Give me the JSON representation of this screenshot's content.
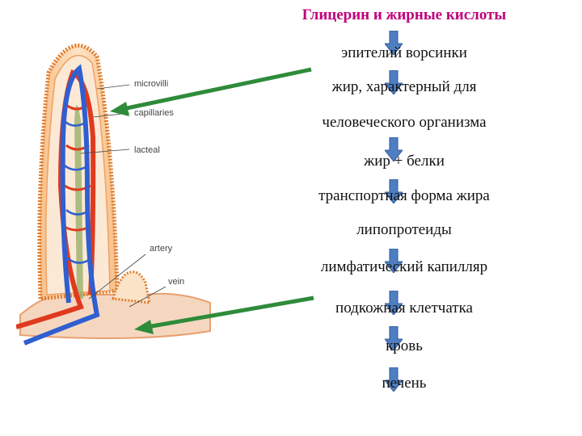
{
  "title": "Глицерин и жирные кислоты",
  "steps": [
    "эпителий ворсинки",
    "жир, характерный для",
    "человеческого организма",
    "жир + белки",
    "транспортная форма жира",
    "липопротеиды",
    "лимфатический капилляр",
    "подкожная клетчатка",
    "кровь",
    "печень"
  ],
  "diagram_labels": {
    "microvilli": "microvilli",
    "capillaries": "capillaries",
    "lacteal": "lacteal",
    "artery": "artery",
    "vein": "vein"
  },
  "colors": {
    "title": "#c0007a",
    "flow_arrow": "#4f7fc1",
    "pointer_arrow": "#2e8b3a",
    "villus_wall": "#f2a25c",
    "artery": "#e03a1e",
    "vein": "#2f5fd0",
    "lacteal": "#7f9a5a"
  }
}
